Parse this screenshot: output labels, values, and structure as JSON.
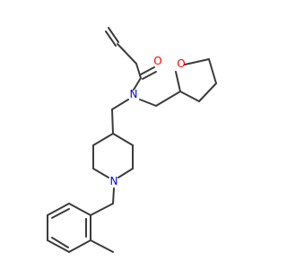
{
  "molecule": {
    "atoms": {
      "oxygen_carbonyl": "O",
      "nitrogen_amide": "N",
      "oxygen_ring": "O",
      "nitrogen_ring": "N"
    },
    "colors": {
      "bond": "#3c3c3c",
      "oxygen": "#ff0000",
      "nitrogen": "#0000ff"
    }
  }
}
